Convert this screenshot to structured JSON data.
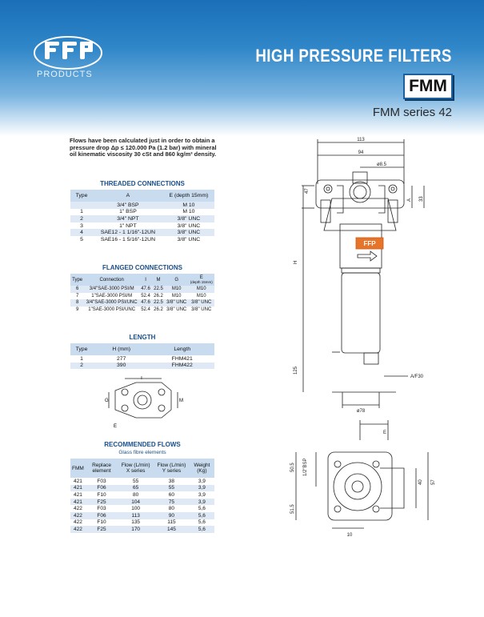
{
  "header": {
    "logo_text": "FFP",
    "logo_sub": "PRODUCTS",
    "title": "HIGH PRESSURE FILTERS",
    "badge": "FMM",
    "series": "FMM series 42",
    "gradient_color": "#1a6fb8"
  },
  "intro": "Flows have been calculated just in order to obtain a pressure drop Δp ≤ 120.000 Pa (1.2 bar) with mineral oil kinematic viscosity 30 cSt and 860 kg/m³ density.",
  "threaded": {
    "title": "THREADED CONNECTIONS",
    "headers": [
      "Type",
      "A",
      "E (depth 15mm)"
    ],
    "rows": [
      [
        "",
        "3/4\" BSP",
        "M 10"
      ],
      [
        "1",
        "1\" BSP",
        "M 10"
      ],
      [
        "2",
        "3/4\" NPT",
        "3/8\" UNC"
      ],
      [
        "3",
        "1\" NPT",
        "3/8\" UNC"
      ],
      [
        "4",
        "SAE12 - 1 1/16\"-12UN",
        "3/8\" UNC"
      ],
      [
        "5",
        "SAE16 - 1 5/16\"-12UN",
        "3/8\" UNC"
      ]
    ]
  },
  "flanged": {
    "title": "FLANGED CONNECTIONS",
    "headers": [
      "Type",
      "Connection",
      "I",
      "M",
      "G",
      "E",
      "(depth 15mm)"
    ],
    "rows": [
      [
        "6",
        "3/4\"SAE-3000 PSI/M",
        "47.6",
        "22.5",
        "M10",
        "M10"
      ],
      [
        "7",
        "1\"SAE-3000 PSI/M",
        "52.4",
        "26.2",
        "M10",
        "M10"
      ],
      [
        "8",
        "3/4\"SAE-3000 PSI/UNC",
        "47.6",
        "22.5",
        "3/8\" UNC",
        "3/8\" UNC"
      ],
      [
        "9",
        "1\"SAE-3000 PSI/UNC",
        "52.4",
        "26.2",
        "3/8\" UNC",
        "3/8\" UNC"
      ]
    ]
  },
  "length": {
    "title": "LENGTH",
    "headers": [
      "Type",
      "H (mm)",
      "Length"
    ],
    "rows": [
      [
        "1",
        "277",
        "FHM421"
      ],
      [
        "2",
        "390",
        "FHM422"
      ]
    ]
  },
  "flows": {
    "title": "RECOMMENDED FLOWS",
    "subtitle": "Glass fibre elements",
    "headers": [
      "FMM",
      "Replace element",
      "Flow (L/min) X series",
      "Flow (L/min) Y series",
      "Weight (Kg)"
    ],
    "rows": [
      [
        "421",
        "F03",
        "55",
        "38",
        "3,9"
      ],
      [
        "421",
        "F06",
        "65",
        "55",
        "3,9"
      ],
      [
        "421",
        "F10",
        "80",
        "60",
        "3,9"
      ],
      [
        "421",
        "F25",
        "104",
        "75",
        "3,9"
      ],
      [
        "422",
        "F03",
        "100",
        "80",
        "5,6"
      ],
      [
        "422",
        "F06",
        "113",
        "90",
        "5,6"
      ],
      [
        "422",
        "F10",
        "135",
        "115",
        "5,6"
      ],
      [
        "422",
        "F25",
        "170",
        "145",
        "5,6"
      ]
    ]
  },
  "flange_labels": {
    "i": "I",
    "g": "G",
    "m": "M",
    "e": "E"
  },
  "drawing_labels": {
    "d113": "113",
    "d94": "94",
    "d85": "ø8.5",
    "d47": "47",
    "d33": "33",
    "a": "A",
    "h": "H",
    "d125": "125",
    "af30": "A/F30",
    "d78": "ø78",
    "e": "E",
    "d505": "50.5",
    "bsp": "1/2\"BSP",
    "d40": "40",
    "d57": "57",
    "d515": "51.5",
    "d10": "10",
    "logo_small": "FFP"
  }
}
